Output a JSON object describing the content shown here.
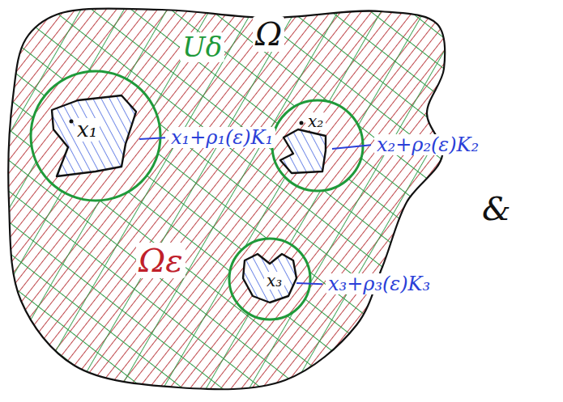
{
  "diagram": {
    "nodes": [
      {
        "text": [
          "Uδ",
          "Ω",
          "Ωε"
        ]
      },
      {
        "text": [
          "x₁"
        ],
        "in": 0
      },
      {
        "text": [
          "x₂"
        ],
        "in": 0
      },
      {
        "text": [
          "x₃"
        ],
        "in": 0
      }
    ],
    "labels": [
      "x₁+ρ₁(ε)K₁",
      "x₂+ρ₂(ε)K₂",
      "x₃+ρ₃(ε)K₃",
      "&"
    ]
  }
}
